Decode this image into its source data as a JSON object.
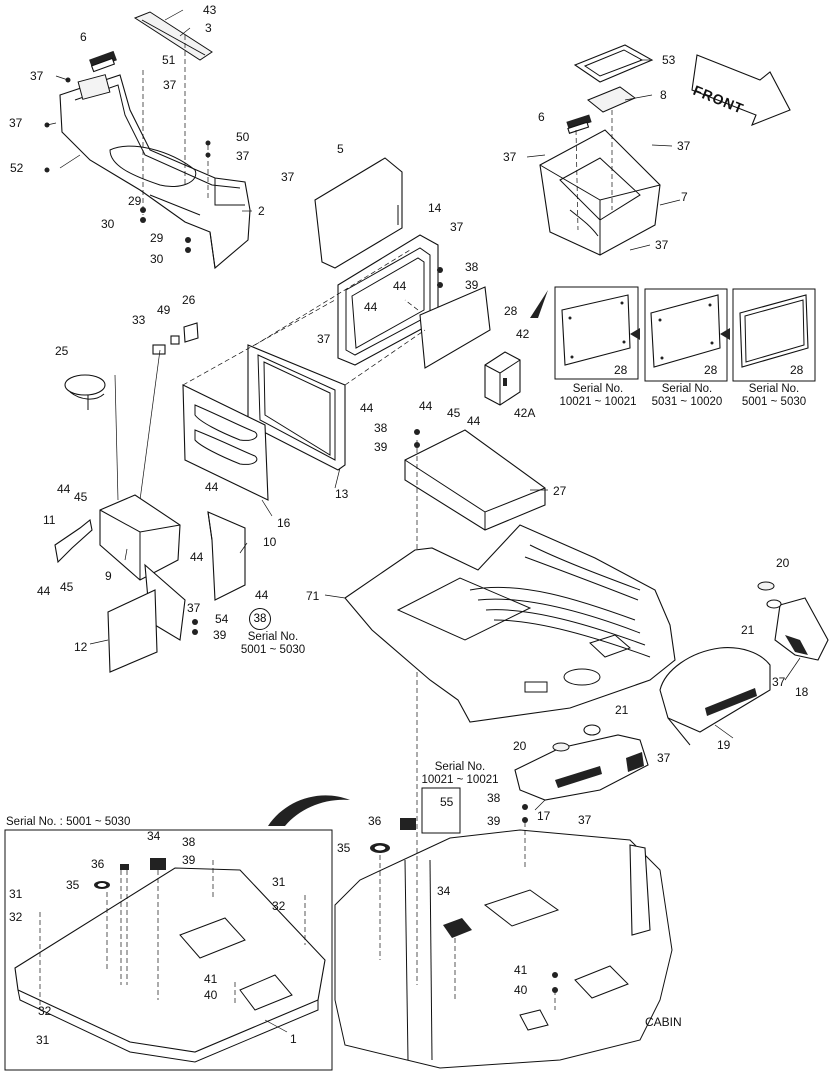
{
  "callouts": [
    {
      "id": "c43",
      "text": "43"
    },
    {
      "id": "c3",
      "text": "3"
    },
    {
      "id": "c6a",
      "text": "6"
    },
    {
      "id": "c51",
      "text": "51"
    },
    {
      "id": "c37a",
      "text": "37"
    },
    {
      "id": "c37b",
      "text": "37"
    },
    {
      "id": "c37c",
      "text": "37"
    },
    {
      "id": "c50",
      "text": "50"
    },
    {
      "id": "c37d",
      "text": "37"
    },
    {
      "id": "c52",
      "text": "52"
    },
    {
      "id": "c2",
      "text": "2"
    },
    {
      "id": "c29a",
      "text": "29"
    },
    {
      "id": "c30a",
      "text": "30"
    },
    {
      "id": "c29b",
      "text": "29"
    },
    {
      "id": "c30b",
      "text": "30"
    },
    {
      "id": "c5",
      "text": "5"
    },
    {
      "id": "c37e",
      "text": "37"
    },
    {
      "id": "c14",
      "text": "14"
    },
    {
      "id": "c37f",
      "text": "37"
    },
    {
      "id": "c38a",
      "text": "38"
    },
    {
      "id": "c39a",
      "text": "39"
    },
    {
      "id": "c44a",
      "text": "44"
    },
    {
      "id": "c44b",
      "text": "44"
    },
    {
      "id": "c28a",
      "text": "28"
    },
    {
      "id": "c42",
      "text": "42"
    },
    {
      "id": "c37g",
      "text": "37"
    },
    {
      "id": "c45a",
      "text": "45"
    },
    {
      "id": "c44c",
      "text": "44"
    },
    {
      "id": "c42a",
      "text": "42A"
    },
    {
      "id": "c44d",
      "text": "44"
    },
    {
      "id": "c44e",
      "text": "44"
    },
    {
      "id": "c13",
      "text": "13"
    },
    {
      "id": "c16",
      "text": "16"
    },
    {
      "id": "c49",
      "text": "49"
    },
    {
      "id": "c26",
      "text": "26"
    },
    {
      "id": "c33",
      "text": "33"
    },
    {
      "id": "c25",
      "text": "25"
    },
    {
      "id": "c53",
      "text": "53"
    },
    {
      "id": "c8",
      "text": "8"
    },
    {
      "id": "c6b",
      "text": "6"
    },
    {
      "id": "c37h",
      "text": "37"
    },
    {
      "id": "c37i",
      "text": "37"
    },
    {
      "id": "c7",
      "text": "7"
    },
    {
      "id": "c37j",
      "text": "37"
    },
    {
      "id": "c28b",
      "text": "28"
    },
    {
      "id": "c28c",
      "text": "28"
    },
    {
      "id": "c28d",
      "text": "28"
    },
    {
      "id": "c38b",
      "text": "38"
    },
    {
      "id": "c39b",
      "text": "39"
    },
    {
      "id": "c27",
      "text": "27"
    },
    {
      "id": "c44f",
      "text": "44"
    },
    {
      "id": "c45b",
      "text": "45"
    },
    {
      "id": "c11",
      "text": "11"
    },
    {
      "id": "c9",
      "text": "9"
    },
    {
      "id": "c44g",
      "text": "44"
    },
    {
      "id": "c45c",
      "text": "45"
    },
    {
      "id": "c44h",
      "text": "44"
    },
    {
      "id": "c10",
      "text": "10"
    },
    {
      "id": "c44i",
      "text": "44"
    },
    {
      "id": "c44j",
      "text": "44"
    },
    {
      "id": "c37k",
      "text": "37"
    },
    {
      "id": "c54",
      "text": "54"
    },
    {
      "id": "c38c",
      "text": "38"
    },
    {
      "id": "c39c",
      "text": "39"
    },
    {
      "id": "c12",
      "text": "12"
    },
    {
      "id": "c71",
      "text": "71"
    },
    {
      "id": "c20a",
      "text": "20"
    },
    {
      "id": "c21a",
      "text": "21"
    },
    {
      "id": "c37l",
      "text": "37"
    },
    {
      "id": "c18",
      "text": "18"
    },
    {
      "id": "c19",
      "text": "19"
    },
    {
      "id": "c37m",
      "text": "37"
    },
    {
      "id": "c21b",
      "text": "21"
    },
    {
      "id": "c20b",
      "text": "20"
    },
    {
      "id": "c17",
      "text": "17"
    },
    {
      "id": "c37n",
      "text": "37"
    },
    {
      "id": "c55",
      "text": "55"
    },
    {
      "id": "c38d",
      "text": "38"
    },
    {
      "id": "c39d",
      "text": "39"
    },
    {
      "id": "c36a",
      "text": "36"
    },
    {
      "id": "c35a",
      "text": "35"
    },
    {
      "id": "c34a",
      "text": "34"
    },
    {
      "id": "c41a",
      "text": "41"
    },
    {
      "id": "c40a",
      "text": "40"
    },
    {
      "id": "c34b",
      "text": "34"
    },
    {
      "id": "c38e",
      "text": "38"
    },
    {
      "id": "c39e",
      "text": "39"
    },
    {
      "id": "c36b",
      "text": "36"
    },
    {
      "id": "c35b",
      "text": "35"
    },
    {
      "id": "c31a",
      "text": "31"
    },
    {
      "id": "c32a",
      "text": "32"
    },
    {
      "id": "c31b",
      "text": "31"
    },
    {
      "id": "c32b",
      "text": "32"
    },
    {
      "id": "c41b",
      "text": "41"
    },
    {
      "id": "c40b",
      "text": "40"
    },
    {
      "id": "c32c",
      "text": "32"
    },
    {
      "id": "c31c",
      "text": "31"
    },
    {
      "id": "c1",
      "text": "1"
    }
  ],
  "circled_ref": "38",
  "serial_labels": {
    "s1": {
      "line1": "Serial No.",
      "line2": "10021 ~ 10021"
    },
    "s2": {
      "line1": "Serial No.",
      "line2": "5031 ~ 10020"
    },
    "s3": {
      "line1": "Serial No.",
      "line2": "5001 ~ 5030"
    },
    "s4": {
      "line1": "Serial No.",
      "line2": "5001 ~ 5030"
    },
    "s5": {
      "line1": "Serial No.",
      "line2": "10021 ~ 10021"
    }
  },
  "inset_frame_title": "Serial No. : 5001 ~ 5030",
  "direction_arrow_label": "FRONT",
  "cabin_label": "CABIN"
}
